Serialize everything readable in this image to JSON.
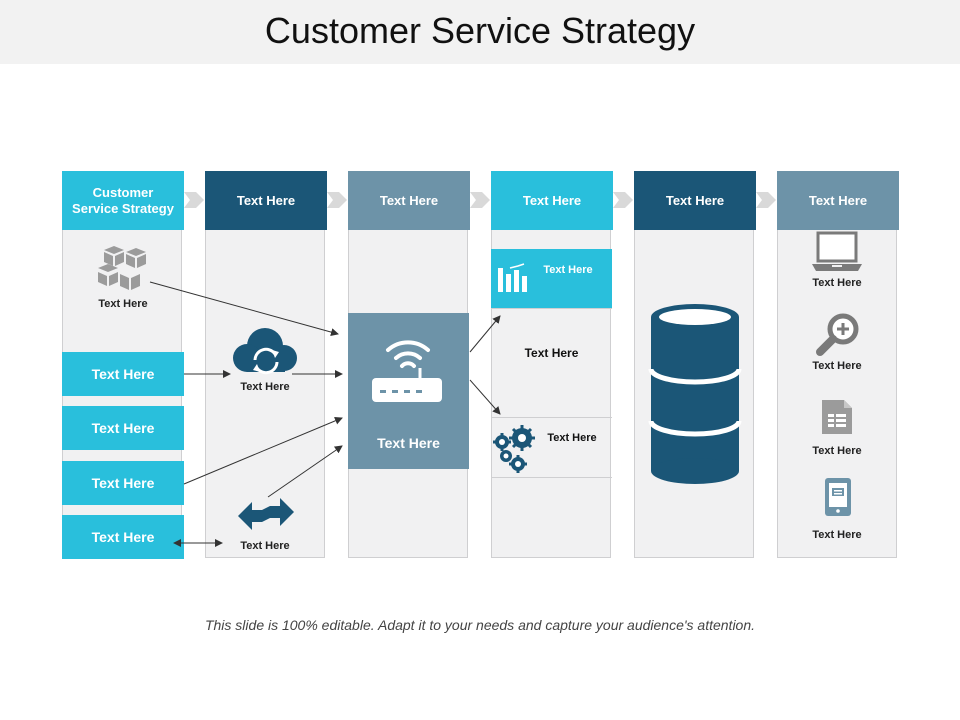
{
  "title": "Customer Service Strategy",
  "footer": "This slide is 100% editable.  Adapt it to your needs and capture your audience's attention.",
  "colors": {
    "cyan": "#29bfdc",
    "navy": "#1b5677",
    "slate": "#6d93a8",
    "grey_icon": "#9b9b9b"
  },
  "headers": [
    "Customer Service Strategy",
    "Text Here",
    "Text Here",
    "Text Here",
    "Text Here",
    "Text Here"
  ],
  "col1": {
    "icon_label": "Text Here",
    "boxes": [
      "Text Here",
      "Text Here",
      "Text Here",
      "Text Here"
    ]
  },
  "col2": {
    "cloud_label": "Text Here",
    "exchange_label": "Text Here"
  },
  "col3": {
    "router_label": "Text Here"
  },
  "col4": {
    "top_label": "Text Here",
    "mid_label": "Text Here",
    "gears_label": "Text Here"
  },
  "col6": {
    "laptop_label": "Text Here",
    "search_label": "Text Here",
    "doc_label": "Text Here",
    "tablet_label": "Text Here"
  },
  "icons": [
    "cube-icon",
    "cloud-sync-icon",
    "exchange-arrows-icon",
    "router-icon",
    "bar-chart-icon",
    "gears-icon",
    "database-icon",
    "laptop-icon",
    "magnifier-icon",
    "document-icon",
    "tablet-icon"
  ]
}
